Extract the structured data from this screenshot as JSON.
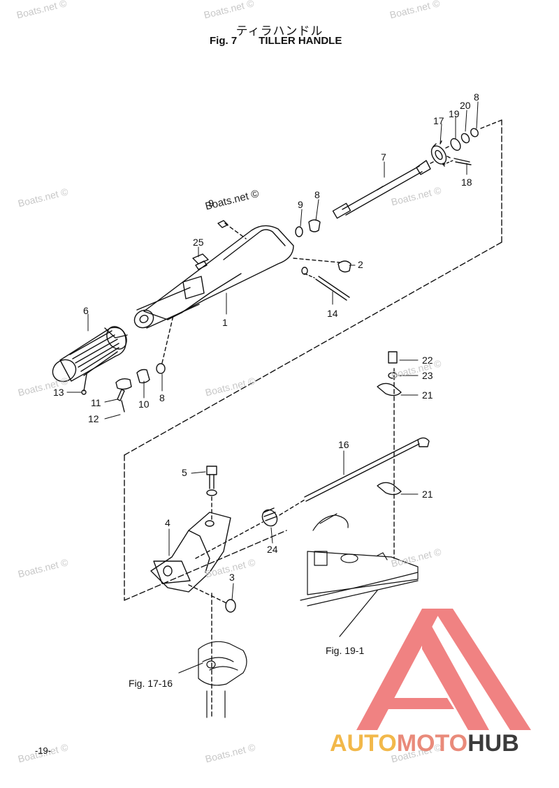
{
  "title": {
    "japanese": "ティラハンドル",
    "fig_number": "Fig. 7",
    "english": "TILLER HANDLE"
  },
  "callouts": {
    "c1": "1",
    "c2": "2",
    "c3": "3",
    "c4": "4",
    "c5": "5",
    "c6": "6",
    "c7": "7",
    "c8a": "8",
    "c8b": "8",
    "c8c": "8",
    "c9": "9",
    "c9b": "9",
    "c10": "10",
    "c11": "11",
    "c12": "12",
    "c13": "13",
    "c14": "14",
    "c16": "16",
    "c17": "17",
    "c18": "18",
    "c19": "19",
    "c20": "20",
    "c21a": "21",
    "c21b": "21",
    "c22": "22",
    "c23": "23",
    "c24": "24",
    "c25": "25"
  },
  "references": {
    "fig19": "Fig. 19-1",
    "fig17": "Fig. 17-16"
  },
  "watermark": "Boats.net ©",
  "page_number": "-19-",
  "logo": {
    "part1": "AUTO",
    "part2": "MOTO",
    "part3": "HUB",
    "colors": {
      "triangle": "#f07c7c",
      "auto": "#f2b84a",
      "moto": "#e98a7a",
      "hub": "#3b3b3b"
    }
  }
}
